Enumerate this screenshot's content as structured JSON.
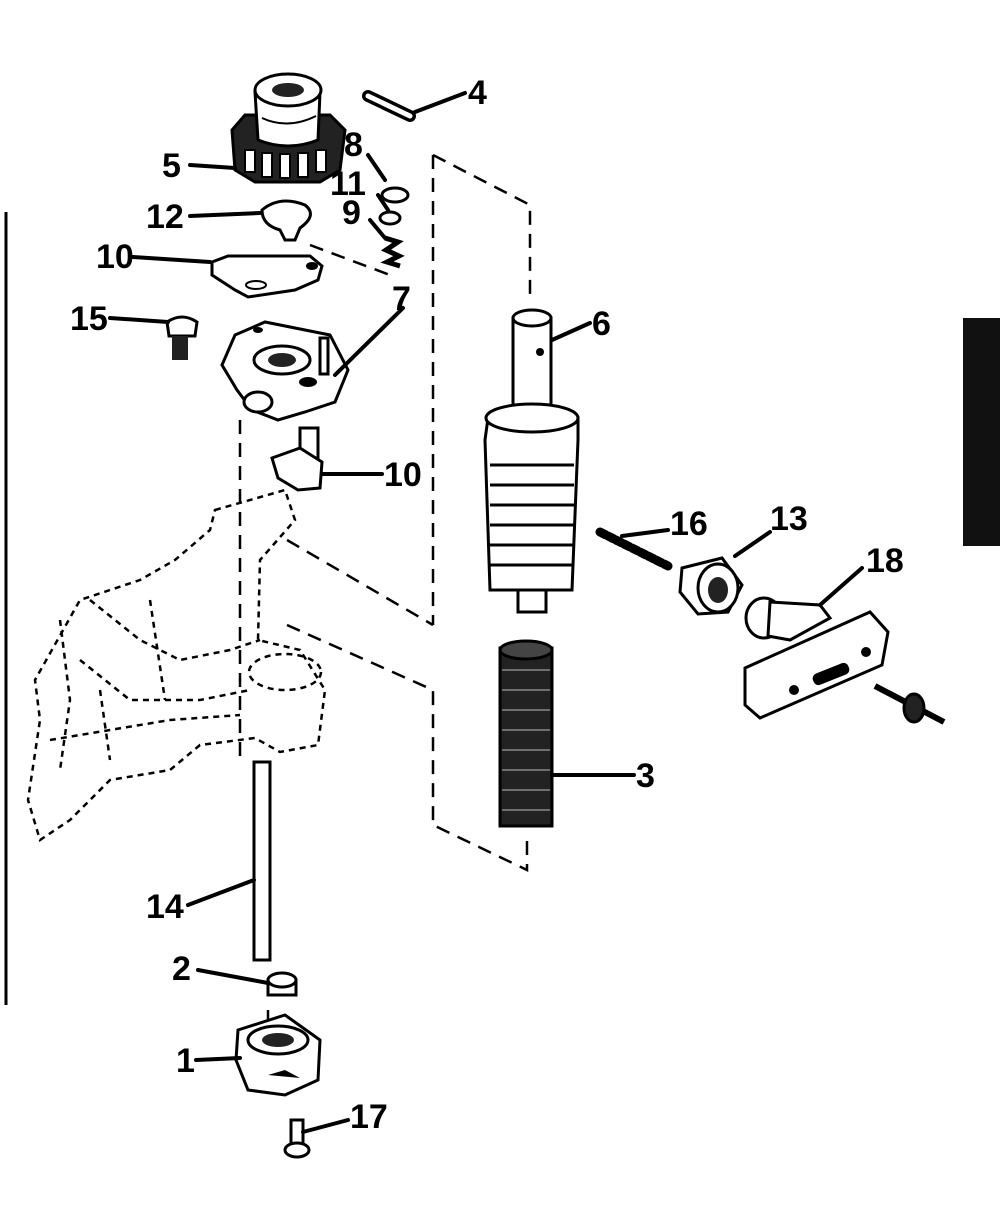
{
  "callouts": {
    "c1": "1",
    "c2": "2",
    "c3": "3",
    "c4": "4",
    "c5": "5",
    "c6": "6",
    "c7": "7",
    "c8": "8",
    "c9": "9",
    "c10a": "10",
    "c10b": "10",
    "c11": "11",
    "c12": "12",
    "c13": "13",
    "c14": "14",
    "c15": "15",
    "c16": "16",
    "c17": "17",
    "c18": "18"
  },
  "colors": {
    "ink": "#000000",
    "paper": "#ffffff",
    "tab": "#111111"
  }
}
